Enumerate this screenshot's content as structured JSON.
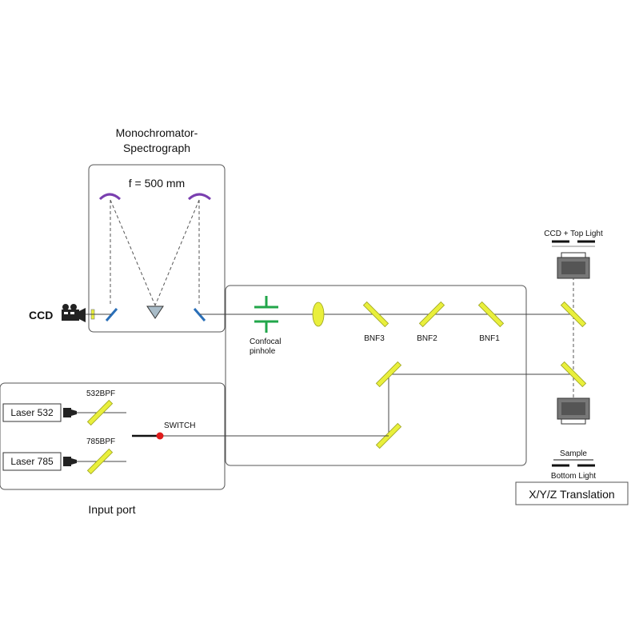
{
  "monochromator": {
    "title_line1": "Monochromator-",
    "title_line2": "Spectrograph",
    "focal_length": "f = 500 mm"
  },
  "ccd_label": "CCD",
  "confocal": {
    "line1": "Confocal",
    "line2": "pinhole"
  },
  "filters": [
    "BNF3",
    "BNF2",
    "BNF1"
  ],
  "input": {
    "bpf1": "532BPF",
    "bpf2": "785BPF",
    "laser1": "Laser 532",
    "laser2": "Laser 785",
    "switch": "SWITCH",
    "port_label": "Input port"
  },
  "microscope": {
    "top": "CCD + Top Light",
    "sample": "Sample",
    "bottom": "Bottom Light",
    "stage": "X/Y/Z Translation"
  },
  "colors": {
    "filter": "#e9ef3c",
    "pinhole": "#21a64a",
    "grating": "#7a3fb0",
    "mirror": "#2a6fb8",
    "switch_dot": "#e01b1b"
  }
}
